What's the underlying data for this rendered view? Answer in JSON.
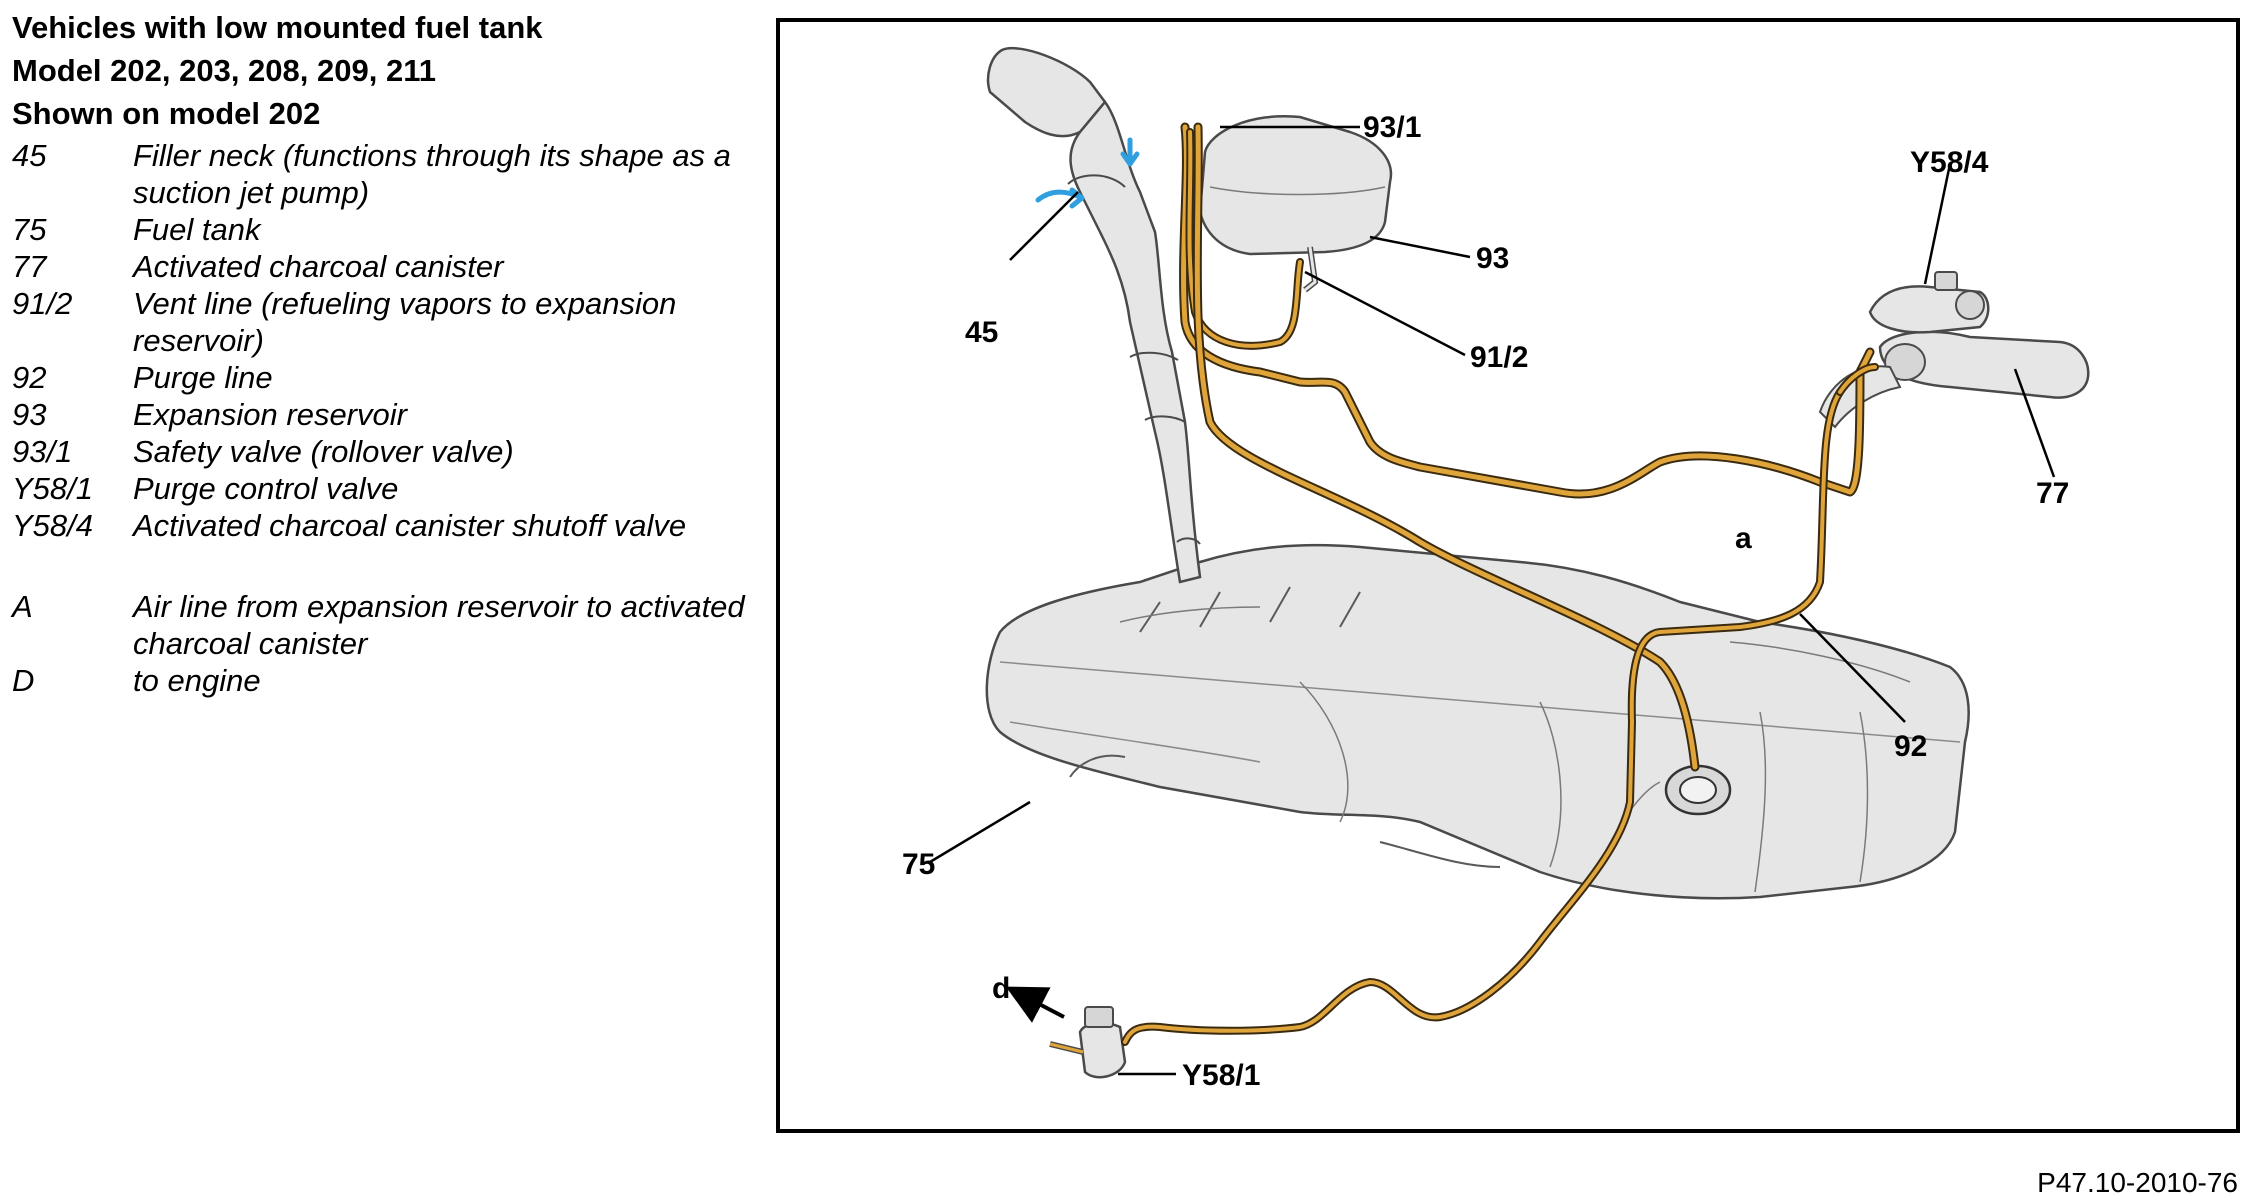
{
  "legend": {
    "headings": [
      "Vehicles with low mounted fuel tank",
      "Model 202, 203, 208, 209, 211",
      "Shown on model 202"
    ],
    "items": [
      {
        "key": "45",
        "desc": "Filler neck (functions through its shape as a suction jet pump)"
      },
      {
        "key": "75",
        "desc": "Fuel tank"
      },
      {
        "key": "77",
        "desc": "Activated charcoal canister"
      },
      {
        "key": "91/2",
        "desc": "Vent line (refueling vapors to expansion reservoir)"
      },
      {
        "key": "92",
        "desc": "Purge line"
      },
      {
        "key": "93",
        "desc": "Expansion reservoir"
      },
      {
        "key": "93/1",
        "desc": "Safety valve (rollover valve)"
      },
      {
        "key": "Y58/1",
        "desc": "Purge control valve"
      },
      {
        "key": "Y58/4",
        "desc": "Activated charcoal canister shutoff valve"
      },
      {
        "key": "A",
        "desc": "Air line from expansion reservoir to activated charcoal canister"
      },
      {
        "key": "D",
        "desc": "to engine"
      }
    ]
  },
  "diagram": {
    "callouts": {
      "c_45": "45",
      "c_75": "75",
      "c_77": "77",
      "c_91_2": "91/2",
      "c_92": "92",
      "c_93": "93",
      "c_93_1": "93/1",
      "c_Y58_1": "Y58/1",
      "c_Y58_4": "Y58/4",
      "c_a": "a",
      "c_d": "d"
    },
    "colors": {
      "line_outline": "#3a2a10",
      "line_fill": "#e0a53a",
      "part_fill": "#e6e6e6",
      "part_stroke": "#4a4a4a",
      "flow_arrow": "#2f9fe0"
    }
  },
  "figure_code": "P47.10-2010-76"
}
